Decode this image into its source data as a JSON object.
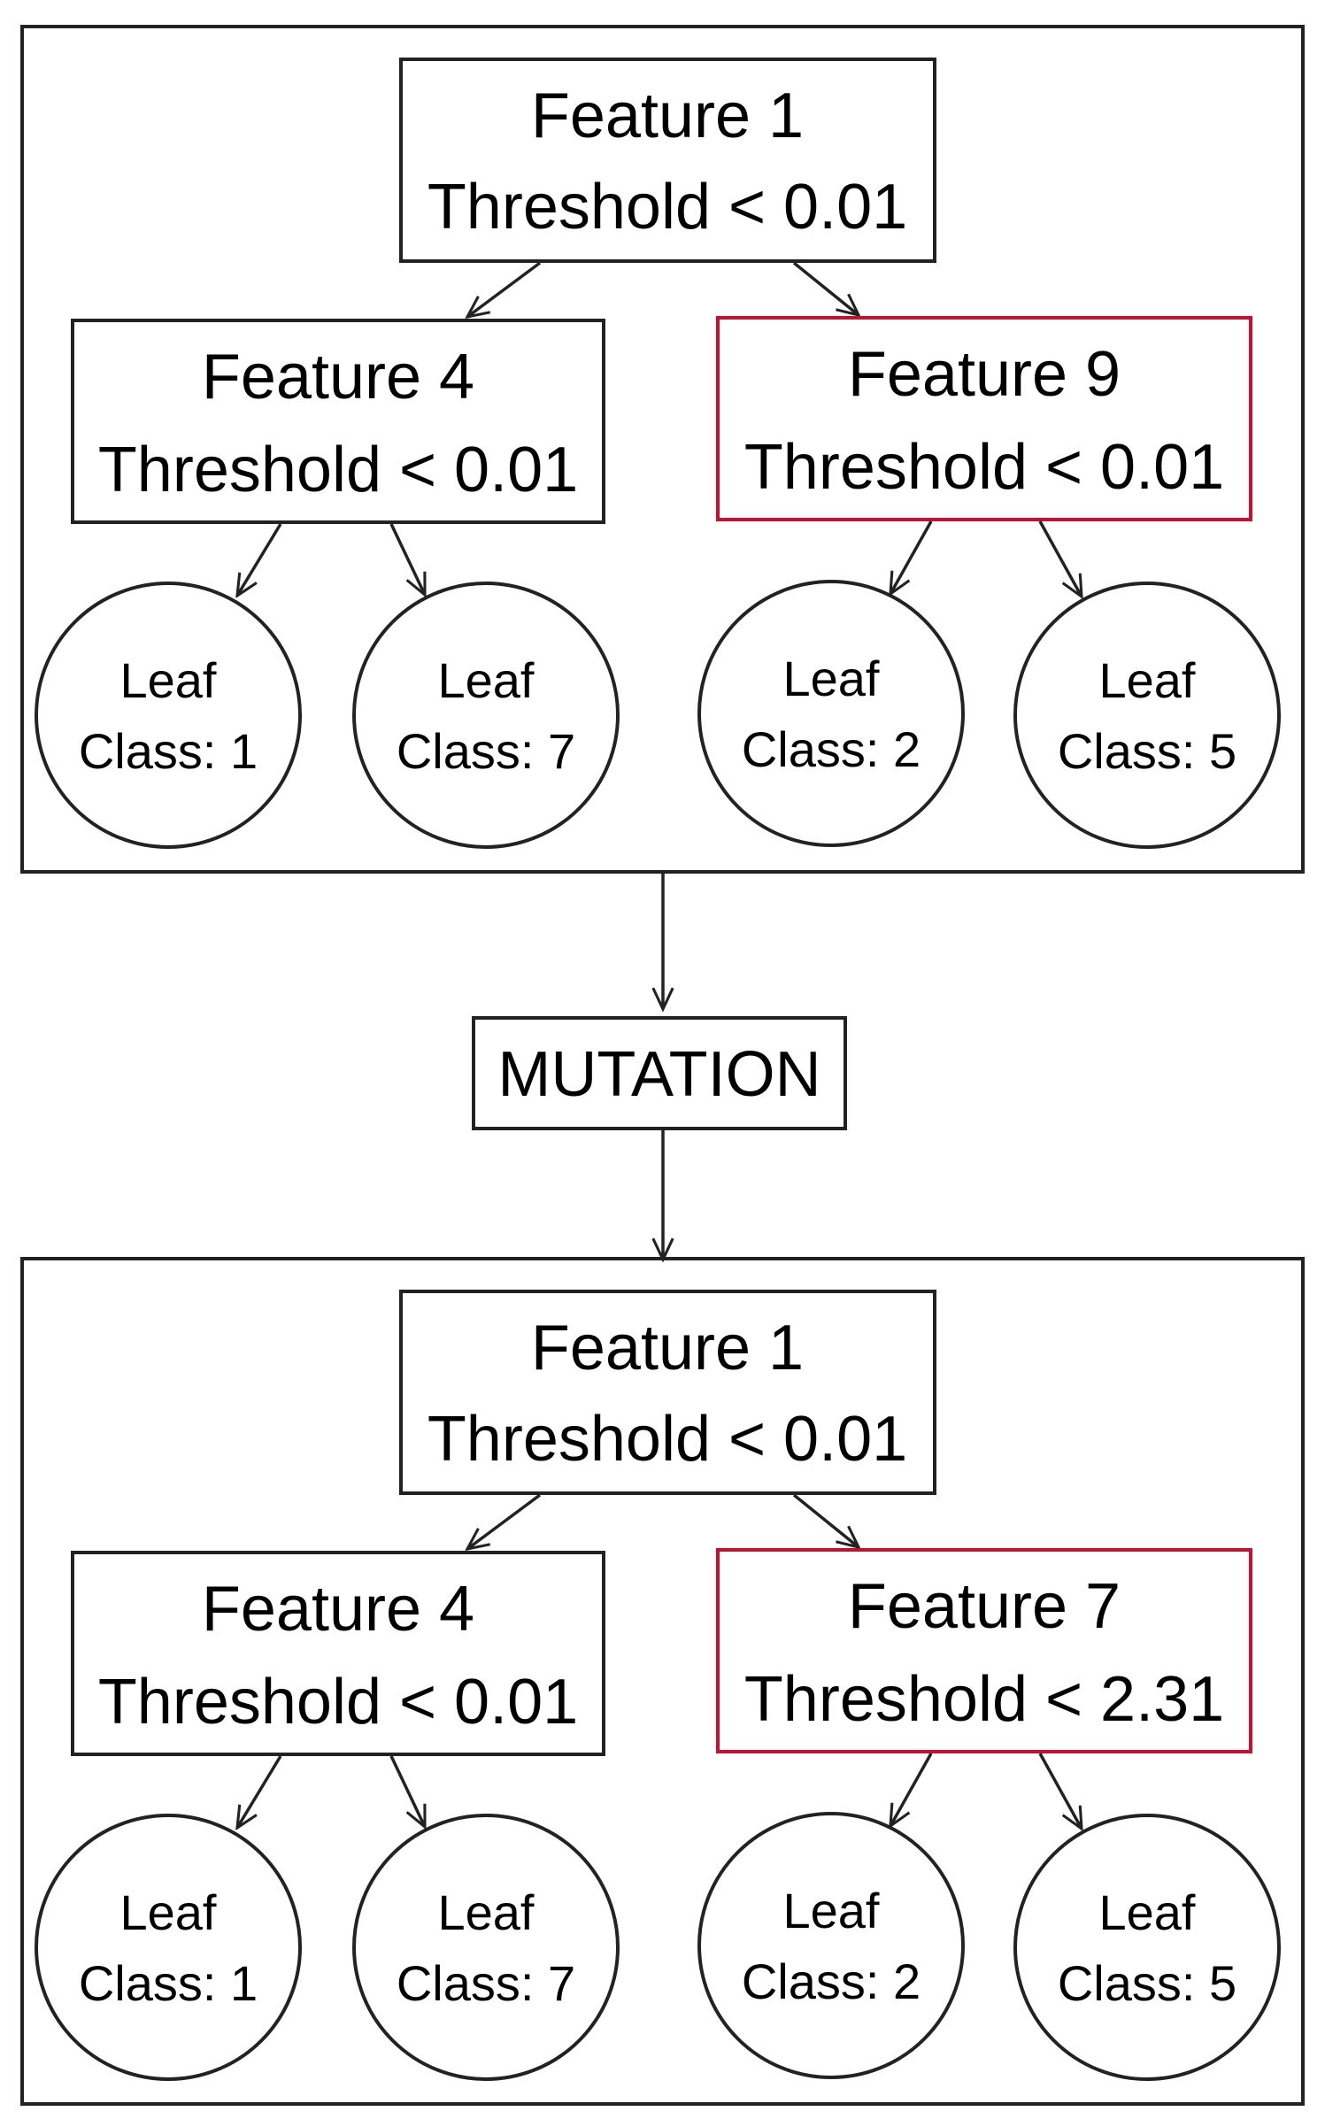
{
  "colors": {
    "highlight": "#c8102e",
    "stroke": "#222222"
  },
  "mutation_label": "MUTATION",
  "before": {
    "root": {
      "feature": "Feature 1",
      "threshold": "Threshold < 0.01"
    },
    "left": {
      "feature": "Feature 4",
      "threshold": "Threshold < 0.01",
      "highlighted": false
    },
    "right": {
      "feature": "Feature 9",
      "threshold": "Threshold < 0.01",
      "highlighted": true
    },
    "leaves": [
      {
        "label": "Leaf",
        "cls": "Class: 1"
      },
      {
        "label": "Leaf",
        "cls": "Class: 7"
      },
      {
        "label": "Leaf",
        "cls": "Class: 2"
      },
      {
        "label": "Leaf",
        "cls": "Class: 5"
      }
    ]
  },
  "after": {
    "root": {
      "feature": "Feature 1",
      "threshold": "Threshold < 0.01"
    },
    "left": {
      "feature": "Feature 4",
      "threshold": "Threshold < 0.01",
      "highlighted": false
    },
    "right": {
      "feature": "Feature 7",
      "threshold": "Threshold < 2.31",
      "highlighted": true
    },
    "leaves": [
      {
        "label": "Leaf",
        "cls": "Class: 1"
      },
      {
        "label": "Leaf",
        "cls": "Class: 7"
      },
      {
        "label": "Leaf",
        "cls": "Class: 2"
      },
      {
        "label": "Leaf",
        "cls": "Class: 5"
      }
    ]
  }
}
